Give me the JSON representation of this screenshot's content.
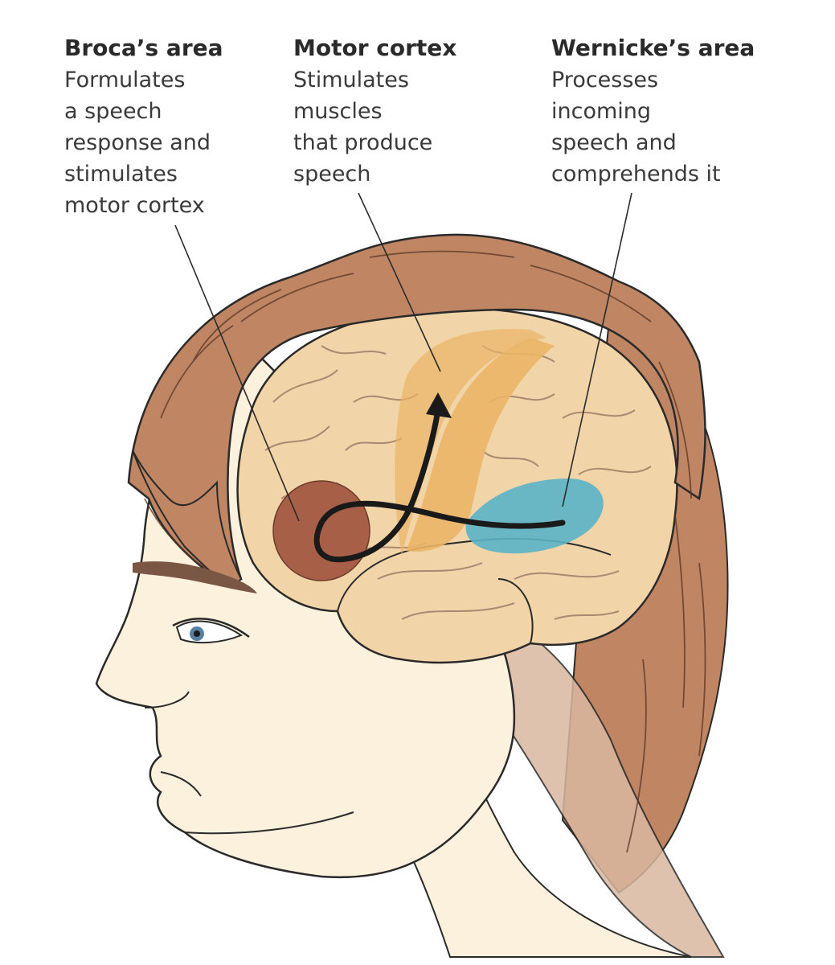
{
  "labels": {
    "broca": {
      "title": "Broca’s area",
      "lines": [
        "Formulates",
        "a speech",
        "response and",
        "stimulates",
        "motor cortex"
      ]
    },
    "motor": {
      "title": "Motor cortex",
      "lines": [
        "Stimulates",
        "muscles",
        "that produce",
        "speech"
      ]
    },
    "wernicke": {
      "title": "Wernicke’s area",
      "lines": [
        "Processes",
        "incoming",
        "speech and",
        "comprehends it"
      ]
    }
  },
  "colors": {
    "skin": "#fbf1dc",
    "hair": "#c08663",
    "brain": "#f1d4a8",
    "broca": "#a85f48",
    "motor_cortex": "#eab567",
    "wernicke": "#5ab2c6",
    "outline": "#2a2a2a"
  }
}
